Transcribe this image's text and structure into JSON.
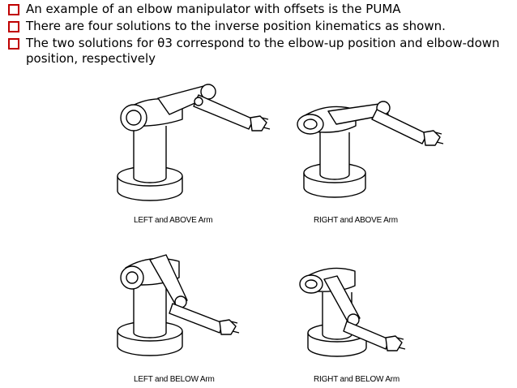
{
  "colors": {
    "bullet_marker": "#c00000",
    "text": "#000000",
    "line_art": "#000000"
  },
  "bullets": [
    {
      "text": "An example of an elbow manipulator with offsets is the PUMA"
    },
    {
      "text": "There are four solutions to the inverse position kinematics as shown."
    },
    {
      "text": "The two solutions for θ3 correspond to the elbow-up position and elbow-down position, respectively"
    }
  ],
  "figures": [
    {
      "caption": "LEFT and ABOVE Arm"
    },
    {
      "caption": "RIGHT and ABOVE Arm"
    },
    {
      "caption": "LEFT and BELOW Arm"
    },
    {
      "caption": "RIGHT and BELOW Arm"
    }
  ]
}
